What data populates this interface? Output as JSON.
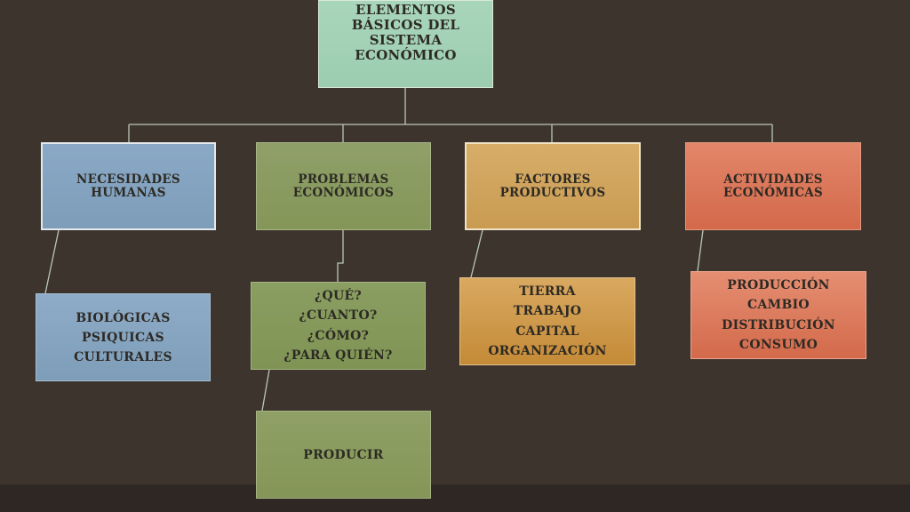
{
  "root": {
    "lines": [
      "ELEMENTOS",
      "BÁSICOS DEL",
      "SISTEMA",
      "ECONÓMICO"
    ]
  },
  "categories": [
    {
      "lines": [
        "NECESIDADES",
        "HUMANAS"
      ],
      "children": [
        [
          "BIOLÓGICAS",
          "PSIQUICAS",
          "CULTURALES"
        ]
      ]
    },
    {
      "lines": [
        "PROBLEMAS",
        "ECONÓMICOS"
      ],
      "children": [
        [
          "¿QUÉ?",
          "¿CUANTO?",
          "¿CÓMO?",
          "¿PARA QUIÉN?"
        ],
        [
          "PRODUCIR"
        ]
      ]
    },
    {
      "lines": [
        "FACTORES",
        "PRODUCTIVOS"
      ],
      "children": [
        [
          "TIERRA",
          "TRABAJO",
          "CAPITAL",
          "ORGANIZACIÓN"
        ]
      ]
    },
    {
      "lines": [
        "ACTIVIDADES",
        "ECONÓMICAS"
      ],
      "children": [
        [
          "PRODUCCIÓN",
          "CAMBIO",
          "DISTRIBUCIÓN",
          "CONSUMO"
        ]
      ]
    }
  ],
  "colors": {
    "background": "#3d342e",
    "connector": "#b9c7b5",
    "root": "#a9d6bb",
    "necesidades": "#8aa9c6",
    "problemas": "#8fa069",
    "factores": "#d7ad68",
    "actividades": "#e3866a"
  }
}
